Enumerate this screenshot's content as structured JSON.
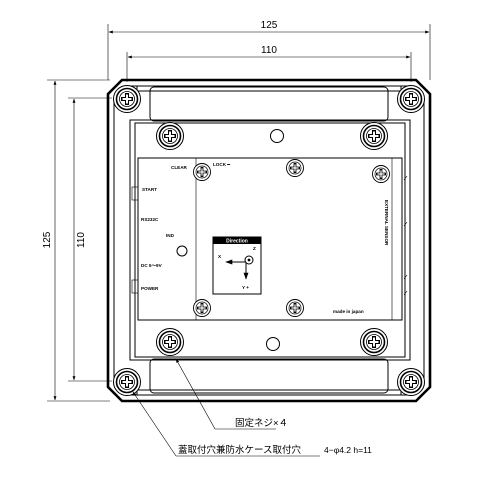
{
  "dimensions": {
    "outer_width": "125",
    "inner_width": "110",
    "outer_height": "125",
    "inner_height": "110"
  },
  "panel": {
    "clear": "CLEAR",
    "lock": "LOCK ━",
    "start": "START",
    "rs232c": "RS232C",
    "ind": "IND",
    "dc": "DC 5～9V",
    "power": "POWER",
    "made_in": "made in japan",
    "vertical_label": "EXTERNAL SENSOR",
    "direction_title": "Direction",
    "axis_x": "X",
    "axis_z": "Z",
    "axis_y": "Y +"
  },
  "callouts": {
    "fixing_screw": "固定ネジ×４",
    "lid_mount": "蓋取付穴兼防水ケース取付穴",
    "lid_mount_spec": "4−φ4.2 h=11"
  },
  "icons": {
    "large_screw": "phillips-screw-large-icon",
    "small_screw": "phillips-screw-small-icon"
  }
}
